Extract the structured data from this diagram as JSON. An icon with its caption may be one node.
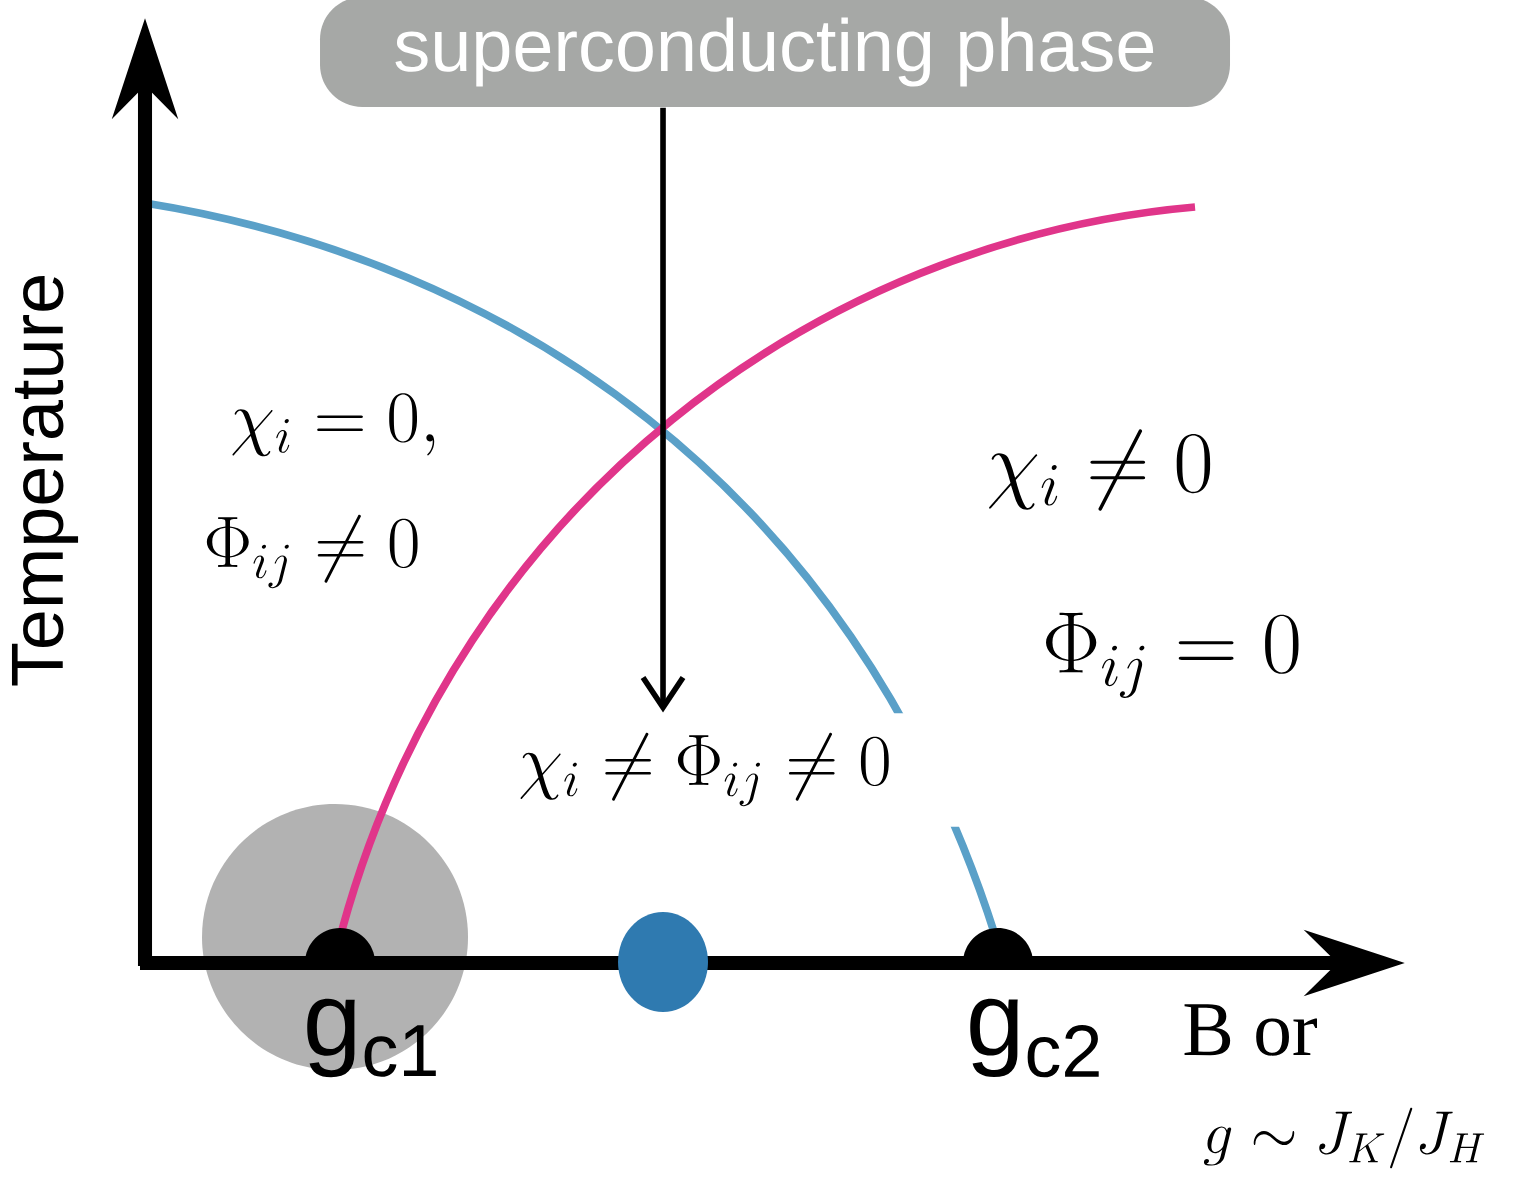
{
  "diagram": {
    "nodes": [
      {
        "text": [
          "superconducting phase"
        ]
      },
      {
        "text": [
          "\\chi_i \\neq \\Phi_{ij} \\neq 0"
        ]
      },
      {
        "text": [],
        "shape": "circle"
      }
    ],
    "edges": [
      {
        "from": 0,
        "to": 1,
        "arrow": "to"
      }
    ],
    "labels": [
      "Temperature",
      "\\chi_i = 0,",
      "\\Phi_{ij} \\neq 0",
      "\\chi_i \\neq 0",
      "\\Phi_{ij} = 0",
      "g$_{c1}$",
      "g$_{c2}$",
      "B or",
      "g \\sim J_K/J_H"
    ]
  }
}
